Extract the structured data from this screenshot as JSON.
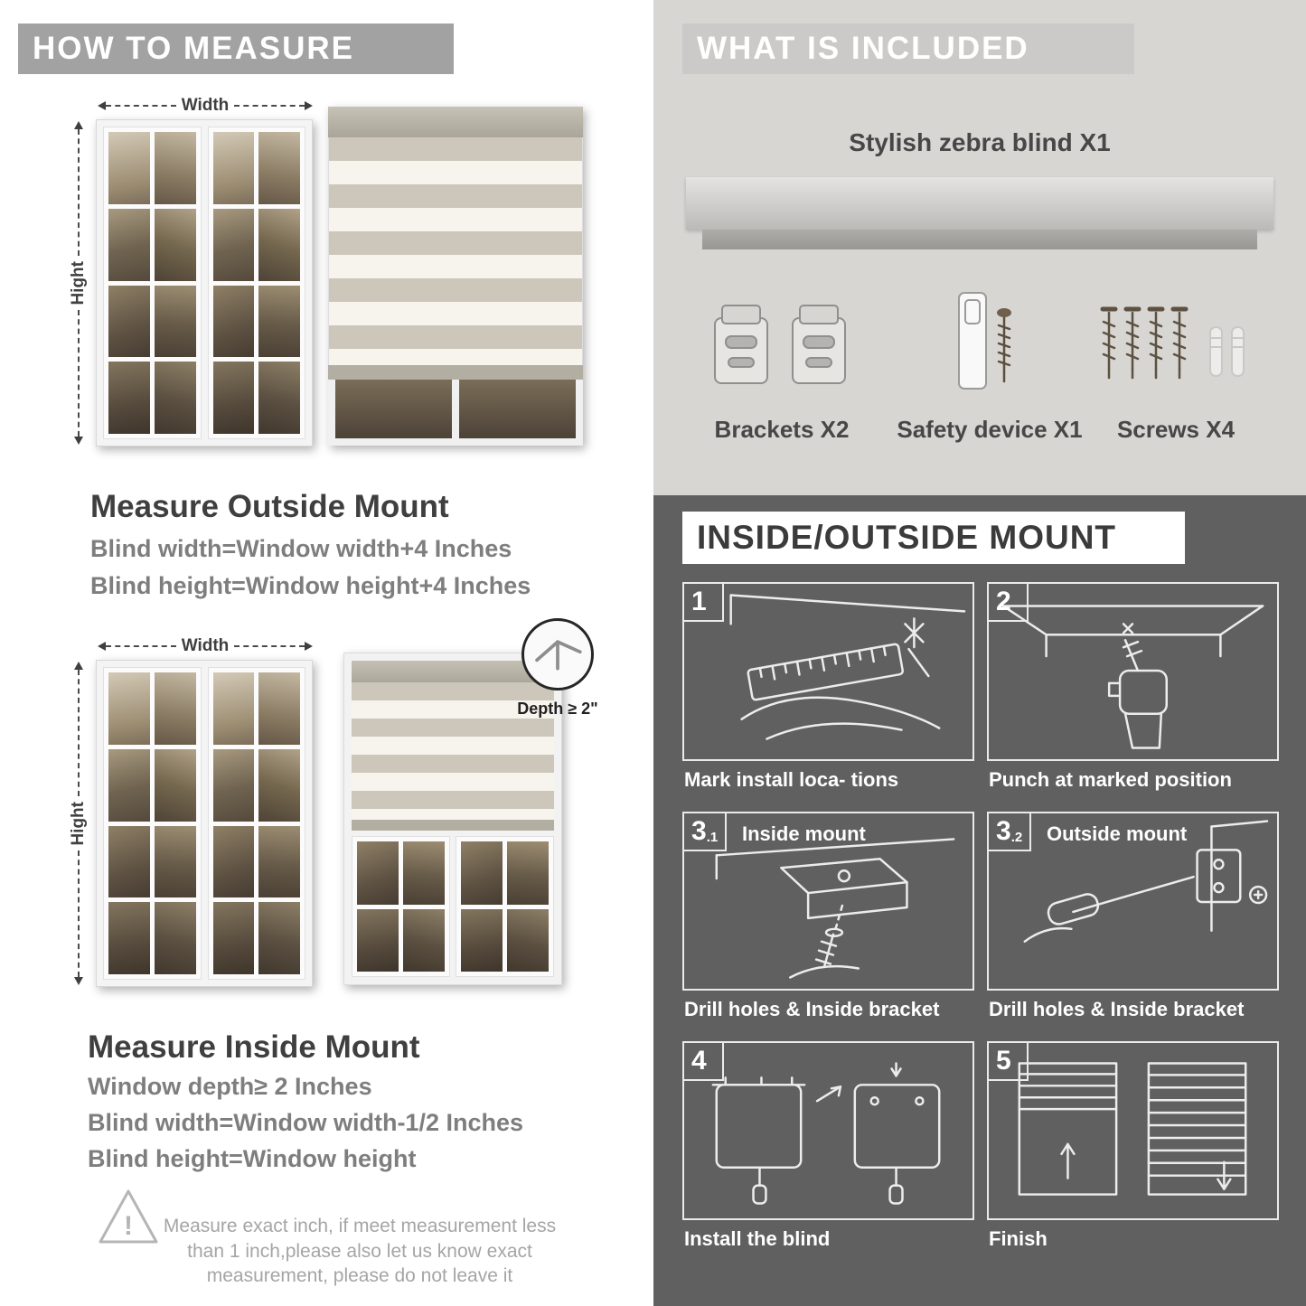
{
  "left": {
    "header": "HOW TO MEASURE",
    "labels": {
      "width": "Width",
      "height": "Hight",
      "depth": "Depth ≥ 2\""
    },
    "outside": {
      "title": "Measure Outside Mount",
      "lines": [
        "Blind width=Window width+4 Inches",
        "Blind height=Window height+4 Inches"
      ]
    },
    "inside": {
      "title": "Measure Inside Mount",
      "lines": [
        "Window depth≥ 2 Inches",
        "Blind width=Window width-1/2 Inches",
        "Blind height=Window height"
      ]
    },
    "warning": {
      "mark": "!",
      "text": "Measure exact inch, if meet measurement less than 1 inch,please also let us know exact measurement, please do not leave it"
    }
  },
  "included": {
    "header": "WHAT IS INCLUDED",
    "blind_label": "Stylish zebra blind X1",
    "items": [
      {
        "label": "Brackets X2"
      },
      {
        "label": "Safety device X1"
      },
      {
        "label": "Screws X4"
      }
    ]
  },
  "mount": {
    "header": "INSIDE/OUTSIDE MOUNT",
    "steps": [
      {
        "num": "1",
        "sub": "",
        "label": "",
        "caption": "Mark install loca- tions"
      },
      {
        "num": "2",
        "sub": "",
        "label": "",
        "caption": "Punch at marked position"
      },
      {
        "num": "3",
        "sub": ".1",
        "label": "Inside mount",
        "caption": "Drill holes & Inside bracket"
      },
      {
        "num": "3",
        "sub": ".2",
        "label": "Outside mount",
        "caption": "Drill holes & Inside bracket"
      },
      {
        "num": "4",
        "sub": "",
        "label": "",
        "caption": "Install the blind"
      },
      {
        "num": "5",
        "sub": "",
        "label": "",
        "caption": "Finish"
      }
    ]
  },
  "colors": {
    "banner_gray": "#a2a2a2",
    "included_bg": "#d7d6d3",
    "mount_bg": "#606060",
    "stripe_gray": "#ccc7ba",
    "stripe_white": "#f6f4ed"
  }
}
